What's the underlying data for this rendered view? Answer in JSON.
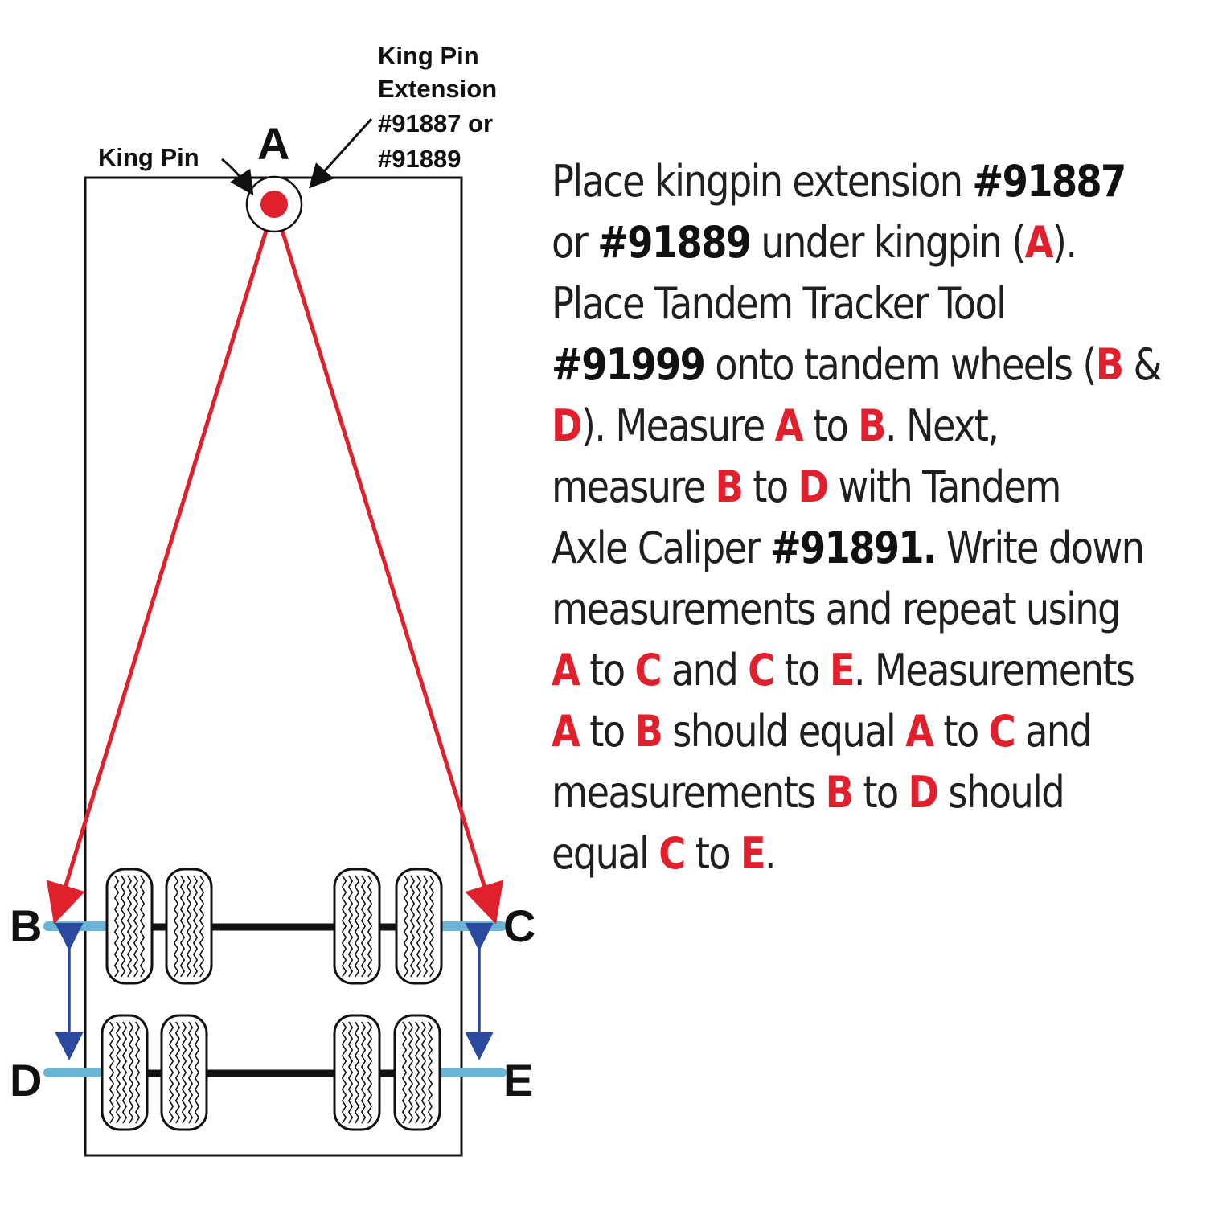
{
  "labels": {
    "point_a": "A",
    "point_b": "B",
    "point_c": "C",
    "point_d": "D",
    "point_e": "E",
    "king_pin": "King Pin",
    "extension_line1": "King Pin",
    "extension_line2": "Extension",
    "extension_line3": "#91887 or",
    "extension_line4": "#91889"
  },
  "instructions": {
    "l1a": "Place kingpin extension ",
    "l1b": "#91887",
    "l2a": "or ",
    "l2b": "#91889",
    "l2c": " under kingpin (",
    "l2d": "A",
    "l2e": ").",
    "l3": "Place Tandem Tracker Tool",
    "l4a": "#91999",
    "l4b": " onto tandem wheels (",
    "l4c": "B",
    "l4d": " &",
    "l5a": "D",
    "l5b": "). Measure ",
    "l5c": "A",
    "l5d": " to ",
    "l5e": "B",
    "l5f": ". Next,",
    "l6a": "measure ",
    "l6b": "B",
    "l6c": " to ",
    "l6d": "D",
    "l6e": " with Tandem",
    "l7a": "Axle Caliper ",
    "l7b": "#91891.",
    "l7c": " Write down",
    "l8": "measurements and repeat using",
    "l9a": "A",
    "l9b": " to ",
    "l9c": "C",
    "l9d": " and ",
    "l9e": "C",
    "l9f": " to ",
    "l9g": "E",
    "l9h": ". Measurements",
    "l10a": "A",
    "l10b": " to ",
    "l10c": "B",
    "l10d": " should equal ",
    "l10e": "A",
    "l10f": " to ",
    "l10g": "C",
    "l10h": " and",
    "l11a": "measurements ",
    "l11b": "B",
    "l11c": " to ",
    "l11d": "D",
    "l11e": " should",
    "l12a": "equal ",
    "l12b": "C",
    "l12c": " to ",
    "l12d": "E",
    "l12e": "."
  },
  "colors": {
    "measure_red": "#e0202c",
    "bar_blue": "#6ab4d6",
    "arrow_blue": "#2a4aa0",
    "outline": "#111111"
  }
}
